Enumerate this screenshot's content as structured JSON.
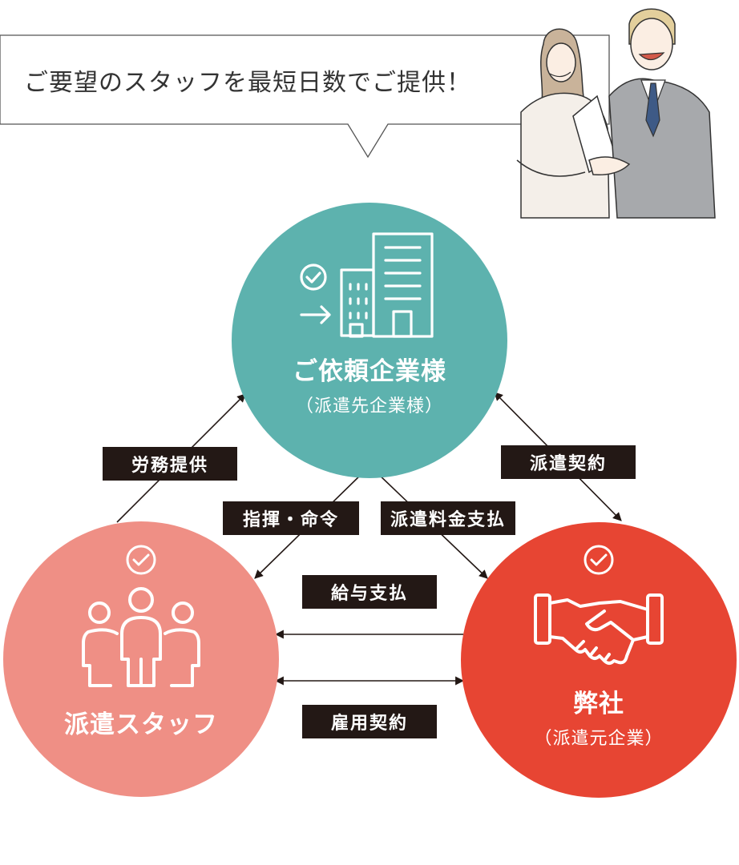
{
  "speech_bubble": {
    "text": "ご要望のスタッフを最短日数でご提供！"
  },
  "nodes": {
    "client": {
      "title": "ご依頼企業様",
      "subtitle": "（派遣先企業様）",
      "color": "#5db2ae"
    },
    "staff": {
      "title": "派遣スタッフ",
      "color": "#ef8f85"
    },
    "company": {
      "title": "弊社",
      "subtitle": "（派遣元企業）",
      "color": "#e74533"
    }
  },
  "relations": {
    "labor": "労務提供",
    "dispatch_contract": "派遣契約",
    "instruction": "指揮・命令",
    "dispatch_fee": "派遣料金支払",
    "salary": "給与支払",
    "employment_contract": "雇用契約"
  },
  "colors": {
    "label_bg": "#231815",
    "line": "#231815",
    "bubble_border": "#555555"
  }
}
